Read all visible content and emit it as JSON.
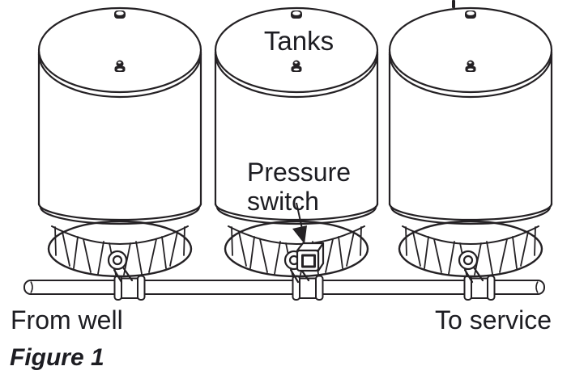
{
  "figure": {
    "caption": "Figure 1",
    "tank_count": 3,
    "labels": {
      "tanks": "Tanks",
      "pressure_switch_line1": "Pressure",
      "pressure_switch_line2": "switch",
      "inlet": "From well",
      "outlet": "To service"
    },
    "colors": {
      "line": "#242124",
      "text": "#1d1d22",
      "background": "#ffffff"
    }
  }
}
